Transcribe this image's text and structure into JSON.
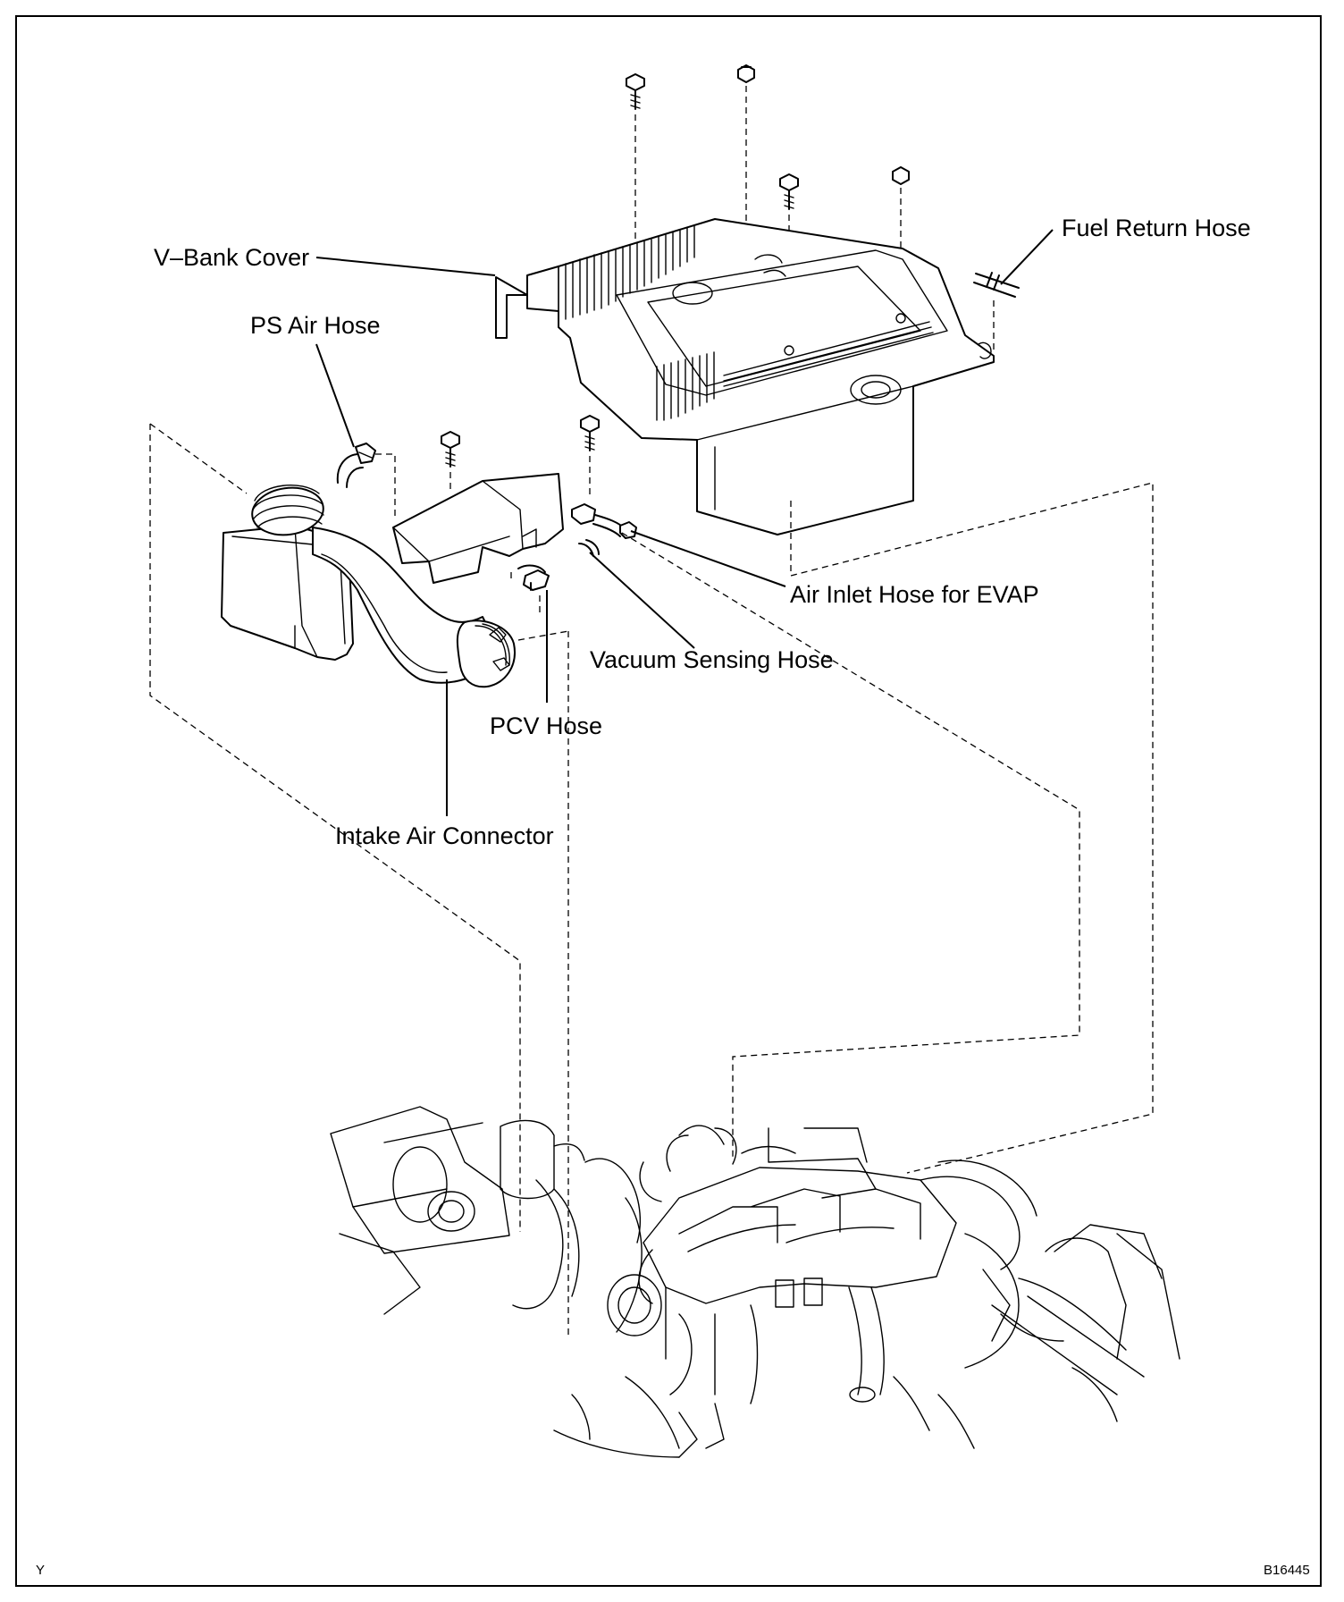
{
  "labels": {
    "v_bank_cover": "V–Bank Cover",
    "fuel_return_hose": "Fuel Return Hose",
    "ps_air_hose": "PS Air Hose",
    "air_inlet_hose_evap": "Air Inlet Hose for EVAP",
    "vacuum_sensing_hose": "Vacuum Sensing Hose",
    "pcv_hose": "PCV Hose",
    "intake_air_connector": "Intake Air Connector"
  },
  "corner_marks": {
    "left": "Y",
    "right": "B16445"
  }
}
